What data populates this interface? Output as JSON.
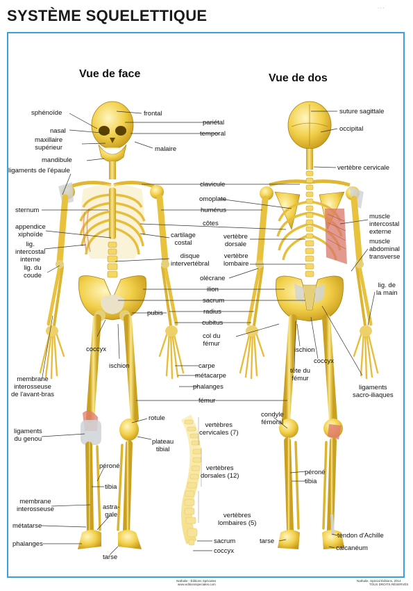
{
  "title": "SYSTÈME SQUELETTIQUE",
  "views": {
    "front": "Vue de face",
    "back": "Vue de dos"
  },
  "labels": {
    "sphenoide": "sphénoïde",
    "nasal": "nasal",
    "maxillaire": "maxillaire\nsupérieur",
    "mandibule": "mandibule",
    "ligaments_epaule": "ligaments de l'épaule",
    "sternum": "sternum",
    "appendice": "appendice\nxiphoïde",
    "lig_intercostal": "lig.\nintercostal\ninterne",
    "lig_coude": "lig. du\ncoude",
    "membrane_avant_bras": "membrane\ninterosseuse\nde l'avant-bras",
    "ligaments_genou": "ligaments\ndu genou",
    "membrane_interosseuse": "membrane\ninterosseuse",
    "metatarse": "métatarse",
    "phalanges_pied": "phalanges",
    "frontal": "frontal",
    "malaire": "malaire",
    "parietal": "pariétal",
    "temporal": "temporal",
    "clavicule": "clavicule",
    "omoplate": "omoplate",
    "humerus": "humérus",
    "cotes": "côtes",
    "cartilage": "cartilage\ncostal",
    "disque": "disque\nintervertébral",
    "vert_dorsale": "vertèbre\ndorsale",
    "vert_lombaire": "vertèbre\nlombaire",
    "olecrane": "olécrane",
    "ilion": "ilion",
    "sacrum": "sacrum",
    "radius": "radius",
    "cubitus": "cubitus",
    "pubis": "pubis",
    "col_femur": "col du\nfémur",
    "coccyx_front": "coccyx",
    "ischion_front": "ischion",
    "carpe": "carpe",
    "metacarpe": "métacarpe",
    "phalanges_main": "phalanges",
    "femur": "fémur",
    "rotule": "rotule",
    "plateau": "plateau\ntibial",
    "perone_front": "péroné",
    "tibia_front": "tibia",
    "astragale": "astra-\ngale",
    "tarse_front": "tarse",
    "suture": "suture sagittale",
    "occipital": "occipital",
    "vert_cervicale": "vertèbre cervicale",
    "muscle_intercostal": "muscle\nintercostal\nexterne",
    "muscle_abdominal": "muscle\nabdominal\ntransverse",
    "lig_main": "lig. de\nla main",
    "ischion_back": "ischion",
    "coccyx_back": "coccyx",
    "tete_femur": "tête du\nfémur",
    "ligaments_sacro": "ligaments\nsacro-iliaques",
    "condyle": "condyle\nfémoral",
    "perone_back": "péroné",
    "tibia_back": "tibia",
    "tarse_back": "tarse",
    "tendon": "tendon d'Achille",
    "calcaneum": "calcanéum",
    "spine_cervicales": "vertèbres\ncervicales (7)",
    "spine_dorsales": "vertèbres\ndorsales (12)",
    "spine_lombaires": "vertèbres\nlombaires (5)",
    "spine_sacrum": "sacrum",
    "spine_coccyx": "coccyx"
  },
  "footer": {
    "left1": "Nathalie - Éditions Spéciales",
    "left2": "www.editionsspeciales.com",
    "right1": "Nathalie, Spécial Éditions, 2014",
    "right2": "TOUS DROITS RÉSERVÉS"
  },
  "colors": {
    "frame": "#3aa0d8",
    "bone": "#f2d04a",
    "bone_dark": "#c89a1a",
    "ligament": "#cfd3d6",
    "muscle": "#d8776a"
  }
}
